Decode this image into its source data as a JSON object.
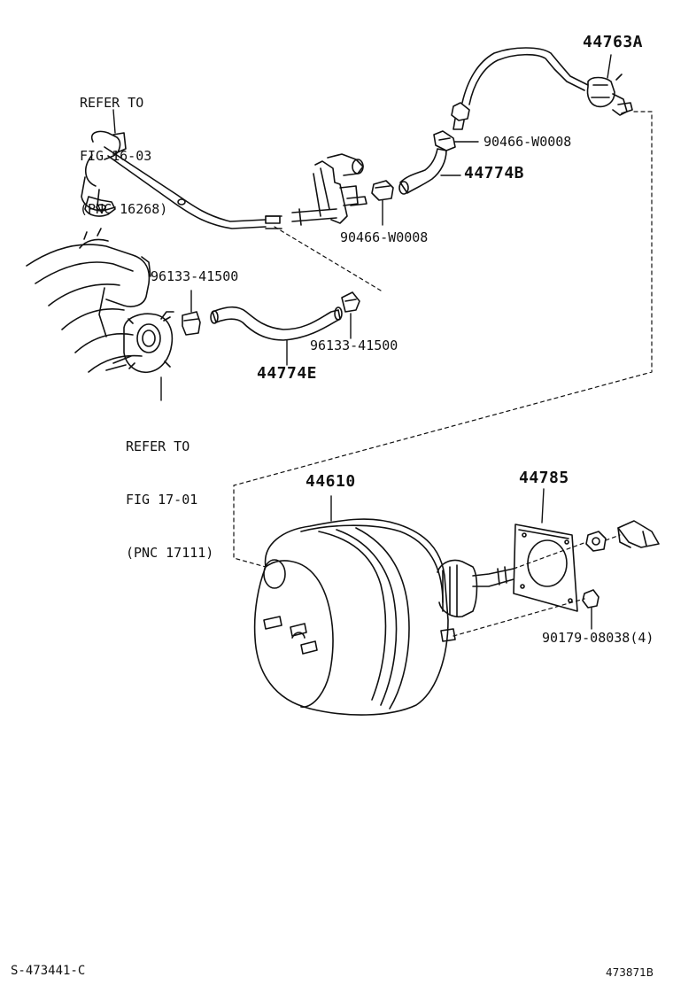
{
  "callouts": {
    "refer_top": [
      "REFER TO",
      "FIG 16-03",
      "(PNC 16268)"
    ],
    "refer_bottom": [
      "REFER TO",
      "FIG 17-01",
      "(PNC 17111)"
    ],
    "pn_44763A": "44763A",
    "pn_90466_upper": "90466-W0008",
    "pn_44774B": "44774B",
    "pn_90466_lower": "90466-W0008",
    "pn_96133_left": "96133-41500",
    "pn_96133_right": "96133-41500",
    "pn_44774E": "44774E",
    "pn_44610": "44610",
    "pn_44785": "44785",
    "pn_90179": "90179-08038(4)"
  },
  "footer": {
    "left_code": "S-473441-C",
    "right_code": "473871B"
  }
}
